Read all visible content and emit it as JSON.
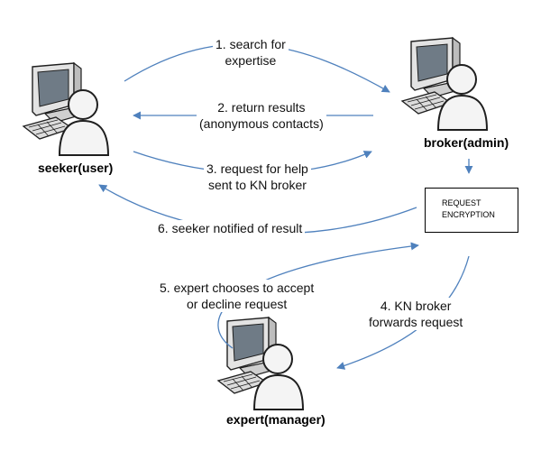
{
  "nodes": {
    "seeker": "seeker(user)",
    "broker": "broker(admin)",
    "expert": "expert(manager)"
  },
  "encryption_box": {
    "line1": "REQUEST",
    "line2": "ENCRYPTION"
  },
  "steps": [
    {
      "line1": "1. search for",
      "line2": "expertise"
    },
    {
      "line1": "2. return results",
      "line2": "(anonymous contacts)"
    },
    {
      "line1": "3. request for help",
      "line2": "sent to KN broker"
    },
    {
      "line1": "4. KN broker",
      "line2": "forwards request"
    },
    {
      "line1": "5. expert chooses to accept",
      "line2": "or decline request"
    },
    {
      "line1": "6. seeker notified of result",
      "line2": ""
    }
  ],
  "colors": {
    "arrow": "#4f81bd",
    "computer_body": "#d8d8d8",
    "screen": "#6f7b86",
    "person": "#f4f4f4",
    "outline": "#1f1f1f"
  }
}
